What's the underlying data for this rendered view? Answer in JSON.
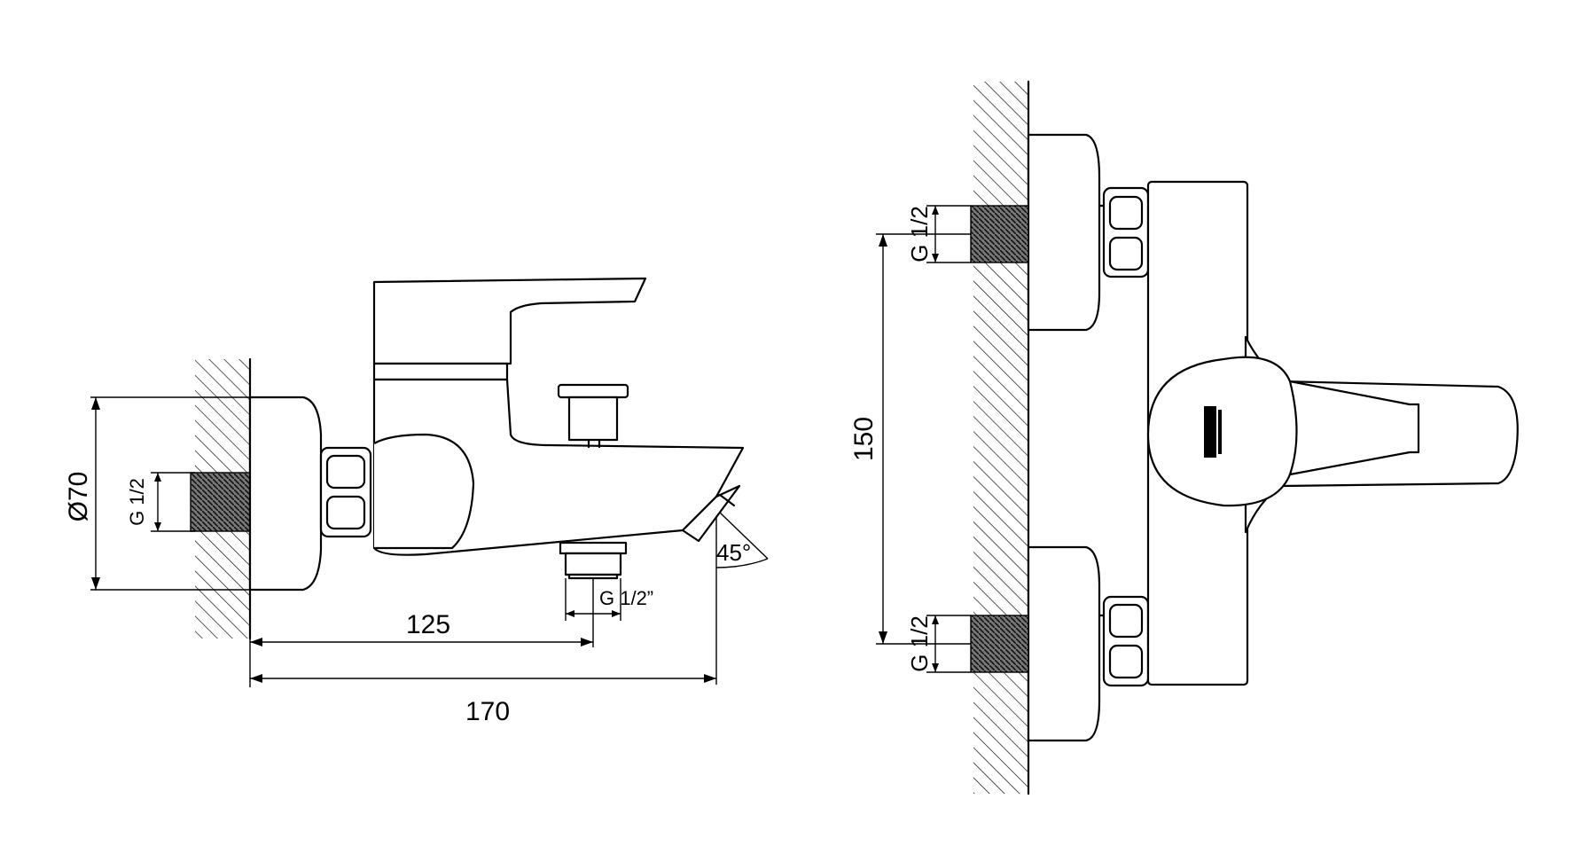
{
  "side_view": {
    "diameter": "Ø70",
    "inlet_thread": "G 1/2",
    "outlet_thread": "G 1/2”",
    "spout_angle": "45°",
    "dim_short": "125",
    "dim_long": "170"
  },
  "front_view": {
    "thread_top": "G 1/2",
    "thread_bottom": "G 1/2",
    "center_distance": "150"
  }
}
